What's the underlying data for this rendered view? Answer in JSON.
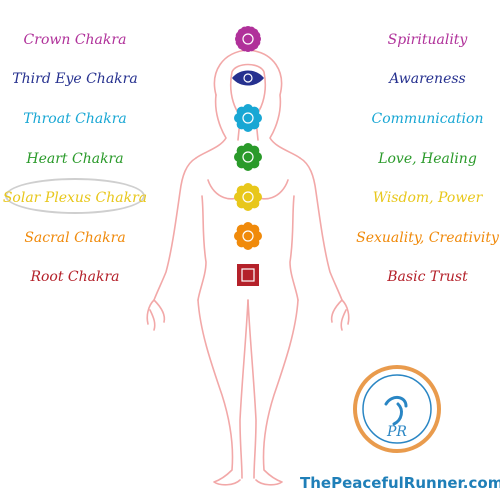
{
  "chakras": [
    {
      "name": "Crown Chakra",
      "meaning": "Spirituality",
      "color": "#b0319a"
    },
    {
      "name": "Third Eye Chakra",
      "meaning": "Awareness",
      "color": "#26318f"
    },
    {
      "name": "Throat Chakra",
      "meaning": "Communication",
      "color": "#19a7d4"
    },
    {
      "name": "Heart Chakra",
      "meaning": "Love, Healing",
      "color": "#2a9a2a"
    },
    {
      "name": "Solar Plexus Chakra",
      "meaning": "Wisdom, Power",
      "color": "#e8c71b"
    },
    {
      "name": "Sacral Chakra",
      "meaning": "Sexuality, Creativity",
      "color": "#f08a0b"
    },
    {
      "name": "Root Chakra",
      "meaning": "Basic Trust",
      "color": "#b4212a"
    }
  ],
  "highlighted": "Solar Plexus Chakra",
  "logo": {
    "text": "PR",
    "ring_color": "#e99b4d",
    "accent": "#2a86c4"
  },
  "site": "ThePeacefulRunner.com",
  "figure_outline_color": "#f2a8a8"
}
